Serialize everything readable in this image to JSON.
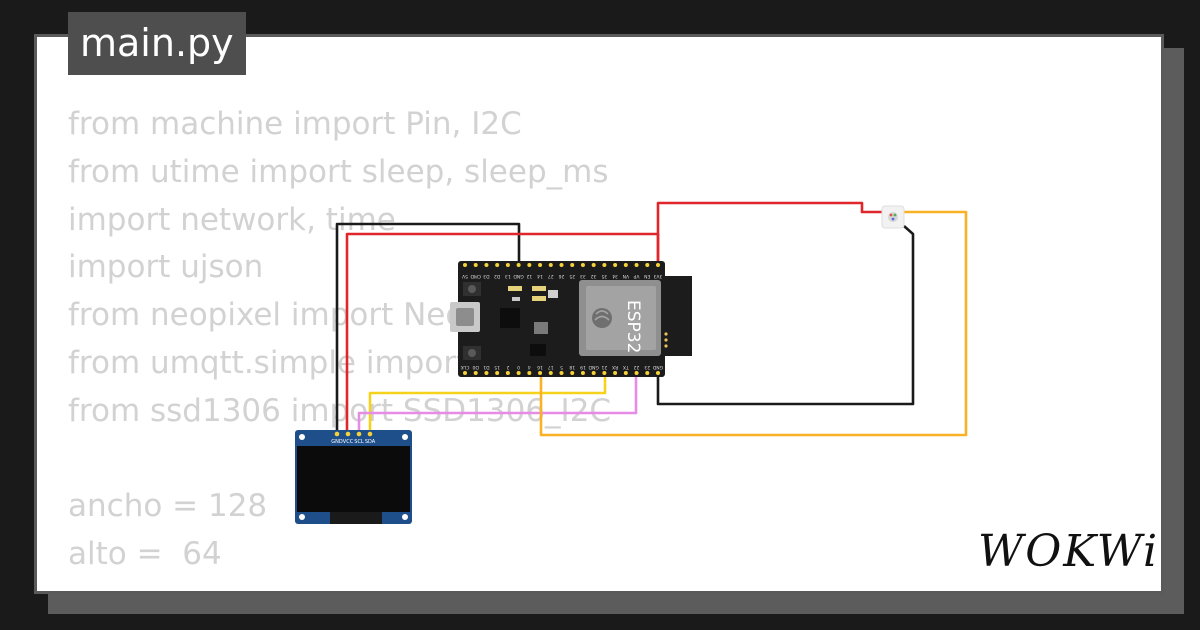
{
  "tab": {
    "filename": "main.py"
  },
  "code_lines": [
    "from machine import Pin, I2C",
    "from utime import sleep, sleep_ms",
    "import network, time",
    "import ujson",
    "from neopixel import NeoPixel",
    "from umqtt.simple import MQTTClient",
    "from ssd1306 import SSD1306_I2C",
    "",
    "ancho = 128",
    "alto =  64"
  ],
  "board": {
    "chip_label": "ESP32",
    "top_pins": [
      "3V3",
      "EN",
      "VP",
      "VN",
      "34",
      "35",
      "32",
      "33",
      "25",
      "26",
      "27",
      "14",
      "12",
      "GND",
      "13",
      "D2",
      "D3",
      "CMD",
      "5V"
    ],
    "bottom_pins": [
      "GND",
      "23",
      "22",
      "TX",
      "RX",
      "21",
      "GND",
      "19",
      "18",
      "5",
      "17",
      "16",
      "4",
      "0",
      "2",
      "15",
      "D1",
      "D0",
      "CLK"
    ]
  },
  "oled": {
    "pins": [
      "GND",
      "VCC",
      "SCL",
      "SDA"
    ]
  },
  "wires": {
    "black": "#1a1a1a",
    "red": "#e0262b",
    "yellow": "#f6d31a",
    "pink": "#e68be6",
    "orange": "#f9b126"
  },
  "logo": {
    "text": "WOKWi"
  }
}
